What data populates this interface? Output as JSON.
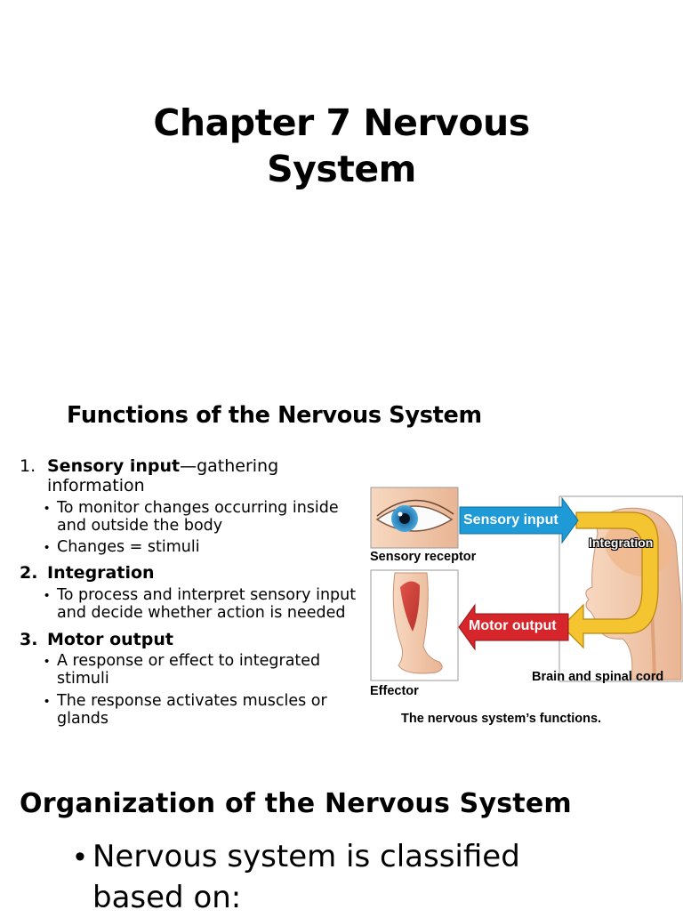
{
  "slide1": {
    "title_line1": "Chapter 7 Nervous",
    "title_line2": "System"
  },
  "slide2": {
    "heading": "Functions of the Nervous System",
    "items": [
      {
        "number": "1.",
        "title": "Sensory input",
        "rest": "—gathering",
        "rest_line2": "information",
        "subs": [
          {
            "line1": "To monitor changes occurring inside",
            "line2": "and outside the body"
          },
          {
            "line1": "Changes = stimuli",
            "line2": ""
          }
        ]
      },
      {
        "number": "2.",
        "title": "Integration",
        "subs": [
          {
            "line1": "To process and interpret sensory input",
            "line2": "and decide whether action is needed"
          }
        ]
      },
      {
        "number": "3.",
        "title": "Motor output",
        "subs": [
          {
            "line1": "A response or effect to integrated",
            "line2": "stimuli"
          },
          {
            "line1": "The response activates muscles or",
            "line2": "glands"
          }
        ]
      }
    ],
    "figure": {
      "sensory_arrow": "Sensory input",
      "integration": "Integration",
      "motor_arrow": "Motor output",
      "receptor_label": "Sensory receptor",
      "effector_label": "Effector",
      "brain_label": "Brain and spinal cord",
      "caption": "The nervous system’s functions.",
      "colors": {
        "sensory": "#1e9ad6",
        "motor": "#d7262b",
        "integration": "#f5c431",
        "iris": "#2f8fc6",
        "skin": "#f2c7a6"
      }
    }
  },
  "slide3": {
    "heading": "Organization of the Nervous System",
    "bullet_line1": "Nervous system is classified",
    "bullet_line2": "based on:"
  }
}
